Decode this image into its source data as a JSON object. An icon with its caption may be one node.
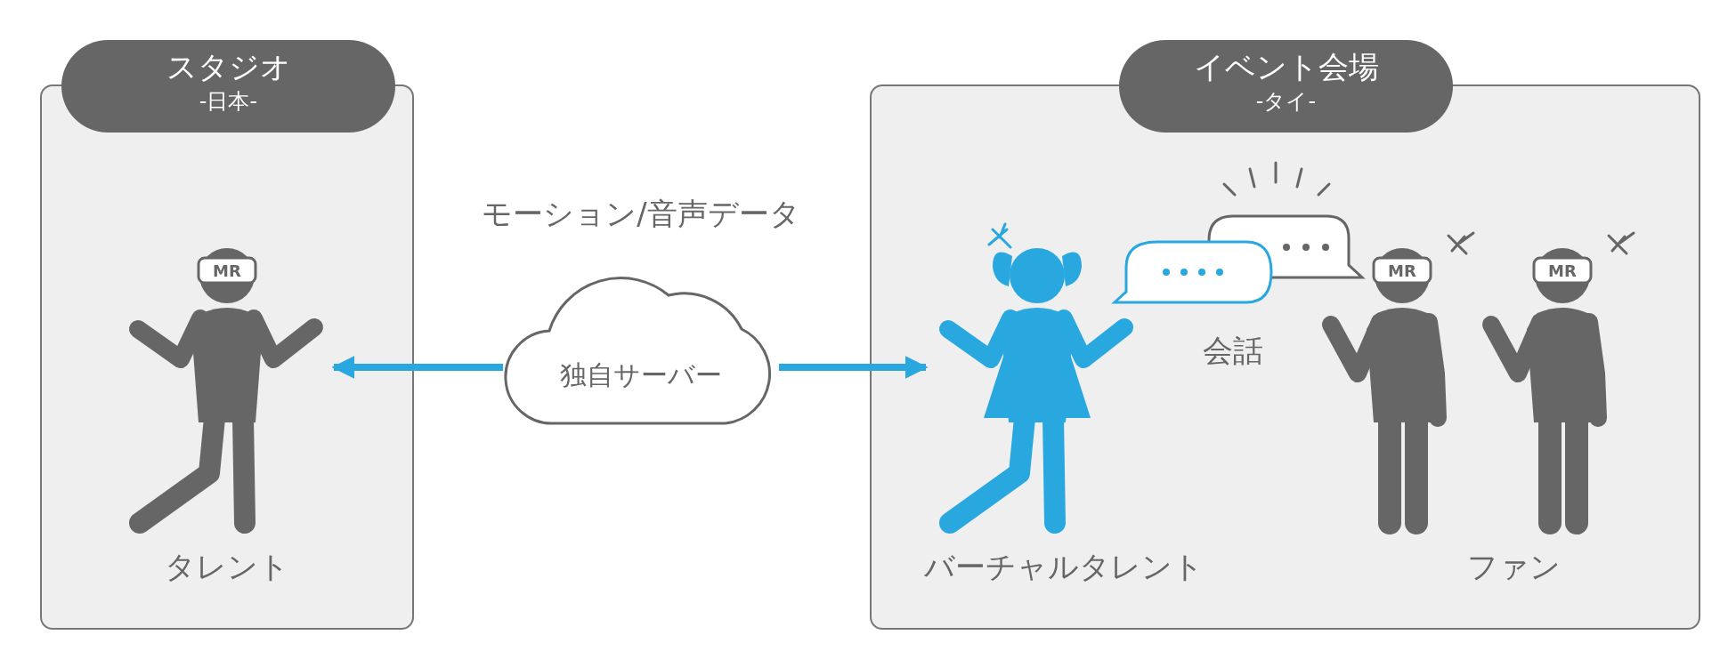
{
  "diagram": {
    "nodes": [
      {
        "text": [
          "スタジオ",
          "-日本-"
        ]
      },
      {
        "text": [
          "タレント"
        ],
        "in": 0
      },
      {
        "text": [
          "独自サーバー"
        ],
        "beside": [
          "モーション/音声データ"
        ]
      },
      {
        "text": [
          "イベント会場",
          "-タイ-"
        ]
      },
      {
        "text": [
          "バーチャルタレント"
        ],
        "in": 3
      },
      {
        "text": [
          "ファン"
        ],
        "in": 3
      }
    ],
    "edges": [
      {
        "from": 2,
        "to": 1,
        "arrow": "to"
      },
      {
        "from": 2,
        "to": 4,
        "arrow": "to"
      }
    ],
    "labels": [
      "MR",
      "会話",
      "MR",
      "MR"
    ]
  }
}
